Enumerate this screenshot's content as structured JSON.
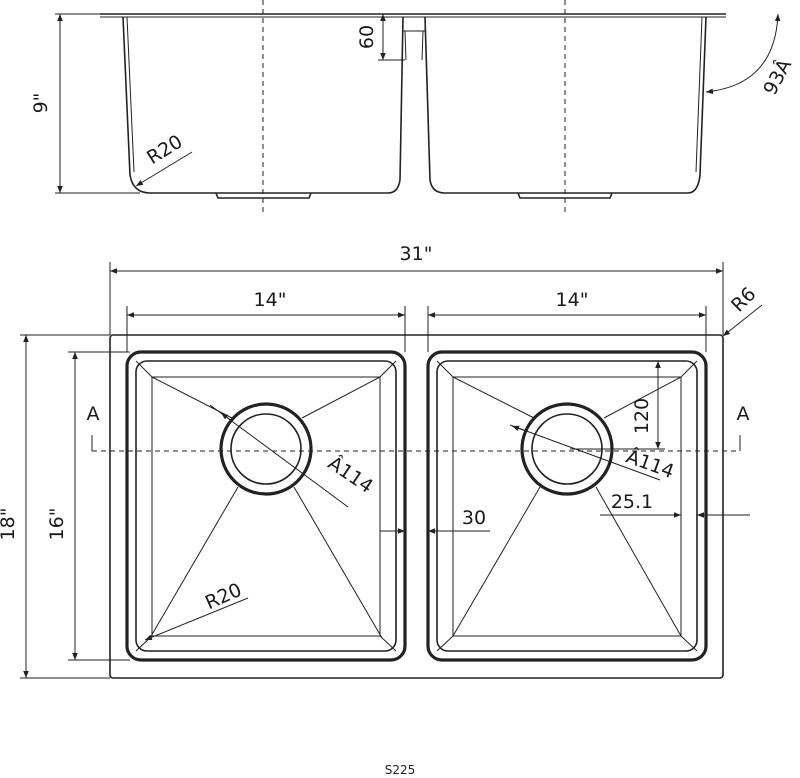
{
  "side_view": {
    "depth_label": "9\"",
    "flange_label": "60",
    "radius_label": "R20",
    "angle_label": "93Â"
  },
  "top_view": {
    "overall_width": "31\"",
    "bowl_width_left": "14\"",
    "bowl_width_right": "14\"",
    "corner_radius": "R6",
    "overall_depth": "18\"",
    "bowl_depth": "16\"",
    "section_left": "A",
    "section_right": "A",
    "drain_left": "Â114",
    "drain_right": "Â114",
    "drain_offset": "120",
    "divider": "30",
    "offset": "25.1",
    "inner_radius": "R20"
  },
  "model": "S225"
}
